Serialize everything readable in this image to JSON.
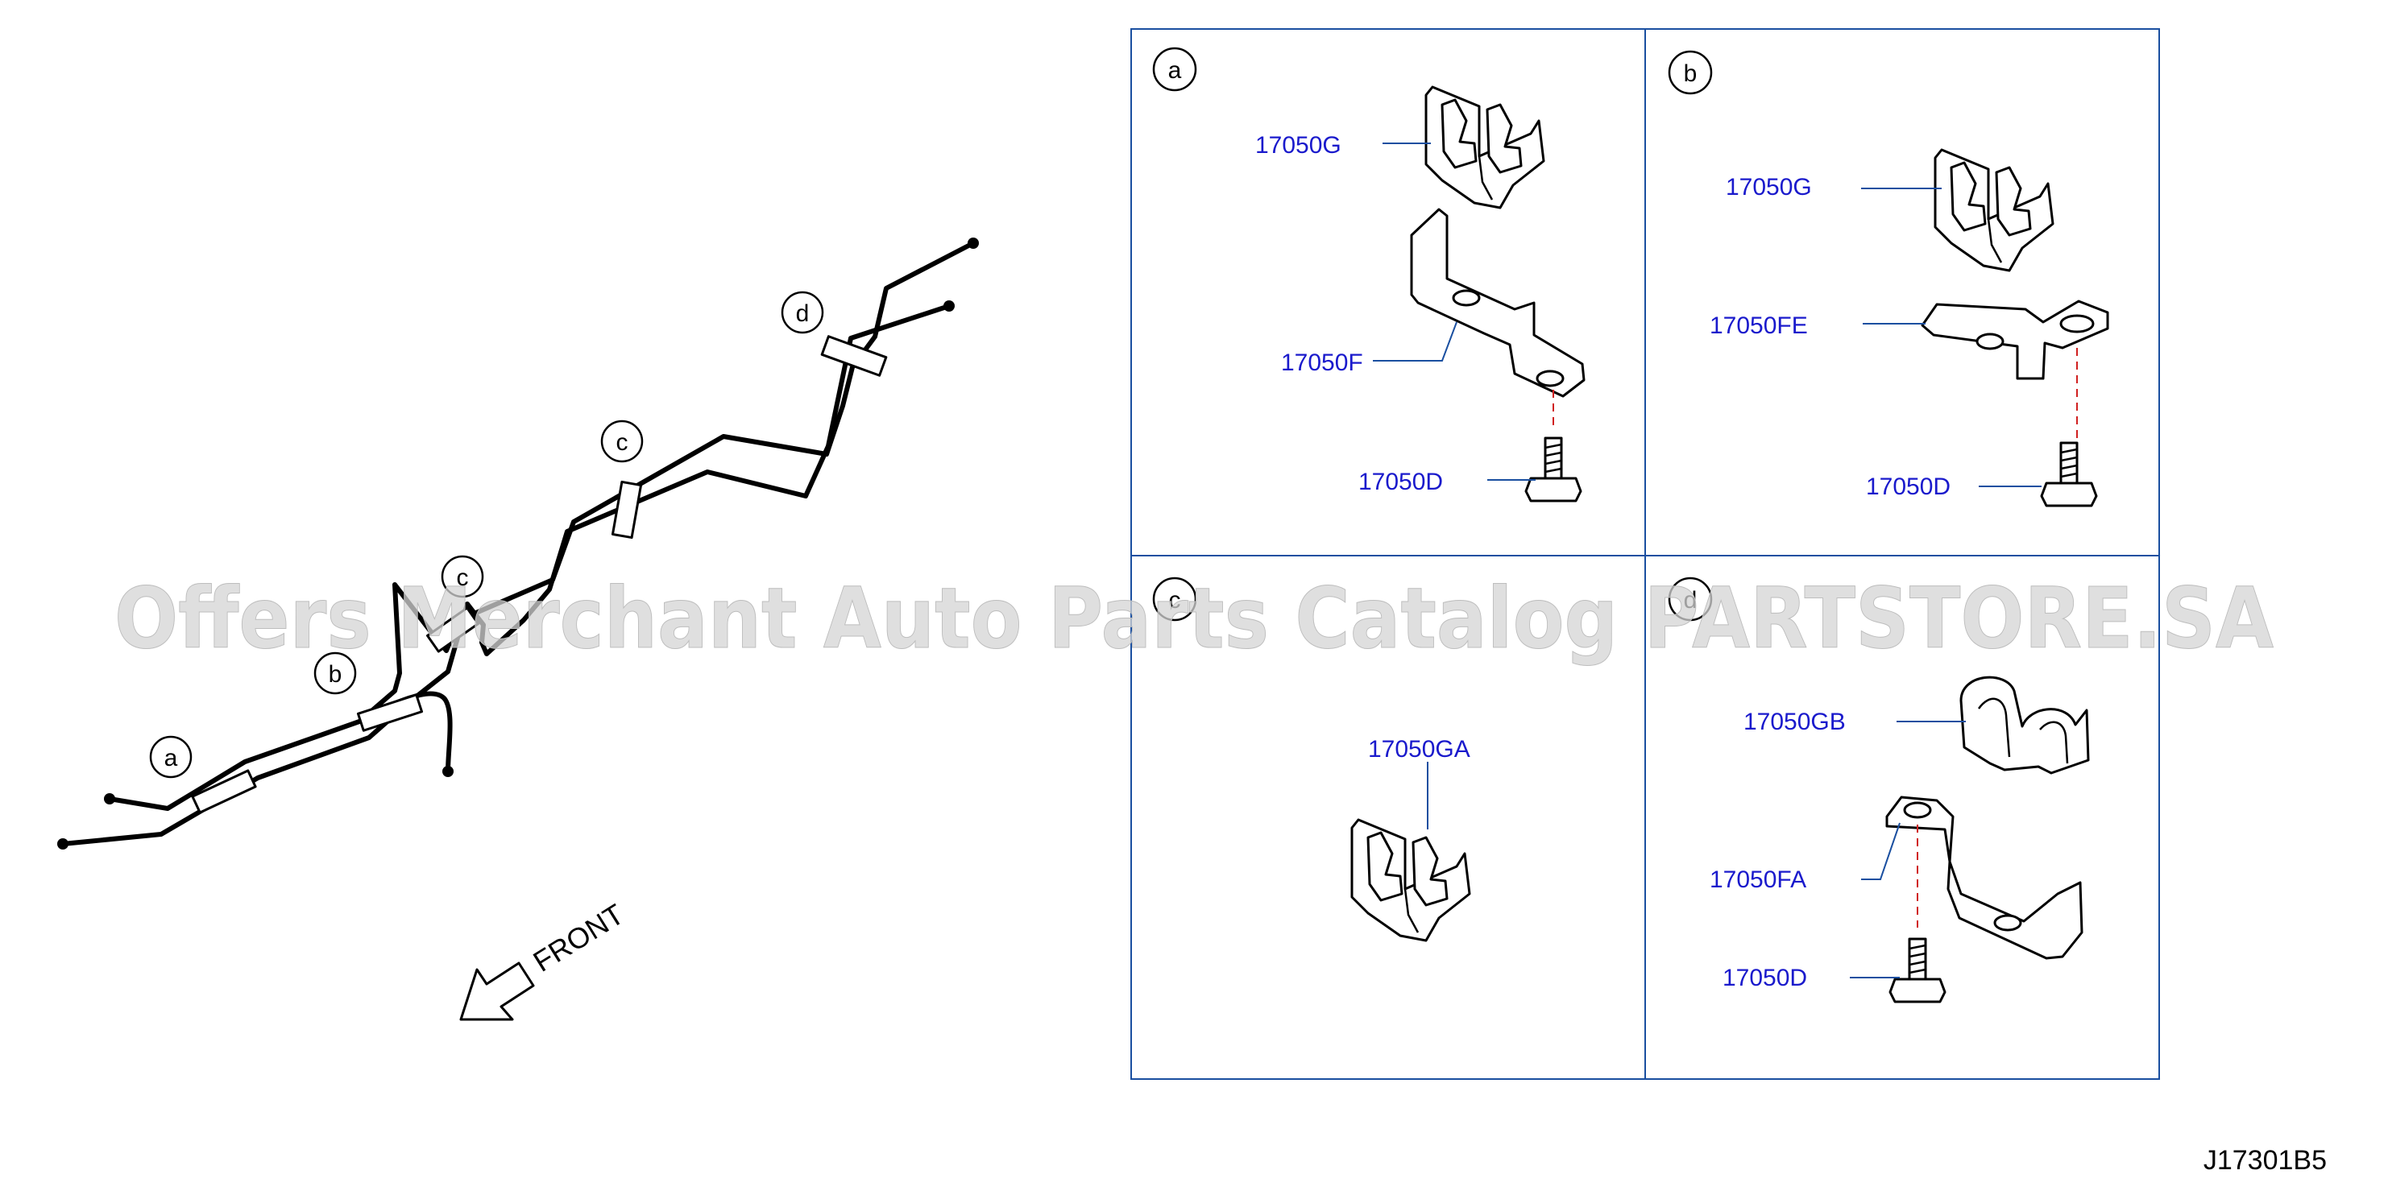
{
  "circle_labels": {
    "a": "a",
    "b": "b",
    "c": "c",
    "d": "d"
  },
  "front_label": "FRONT",
  "panels": {
    "a": {
      "tag": "a",
      "clip": "17050G",
      "bracket": "17050F",
      "bolt": "17050D"
    },
    "b": {
      "tag": "b",
      "clip": "17050G",
      "bracket": "17050FE",
      "bolt": "17050D"
    },
    "c": {
      "tag": "c",
      "clip": "17050GA"
    },
    "d": {
      "tag": "d",
      "clip": "17050GB",
      "bracket": "17050FA",
      "bolt": "17050D"
    }
  },
  "diagram_id": "J17301B5",
  "watermark": "Offers Merchant Auto Parts Catalog PARTSTORE.SA",
  "colors": {
    "label_blue": "#1a1acc",
    "frame_blue": "#1a4fa0",
    "centerline_red": "#d02020"
  }
}
